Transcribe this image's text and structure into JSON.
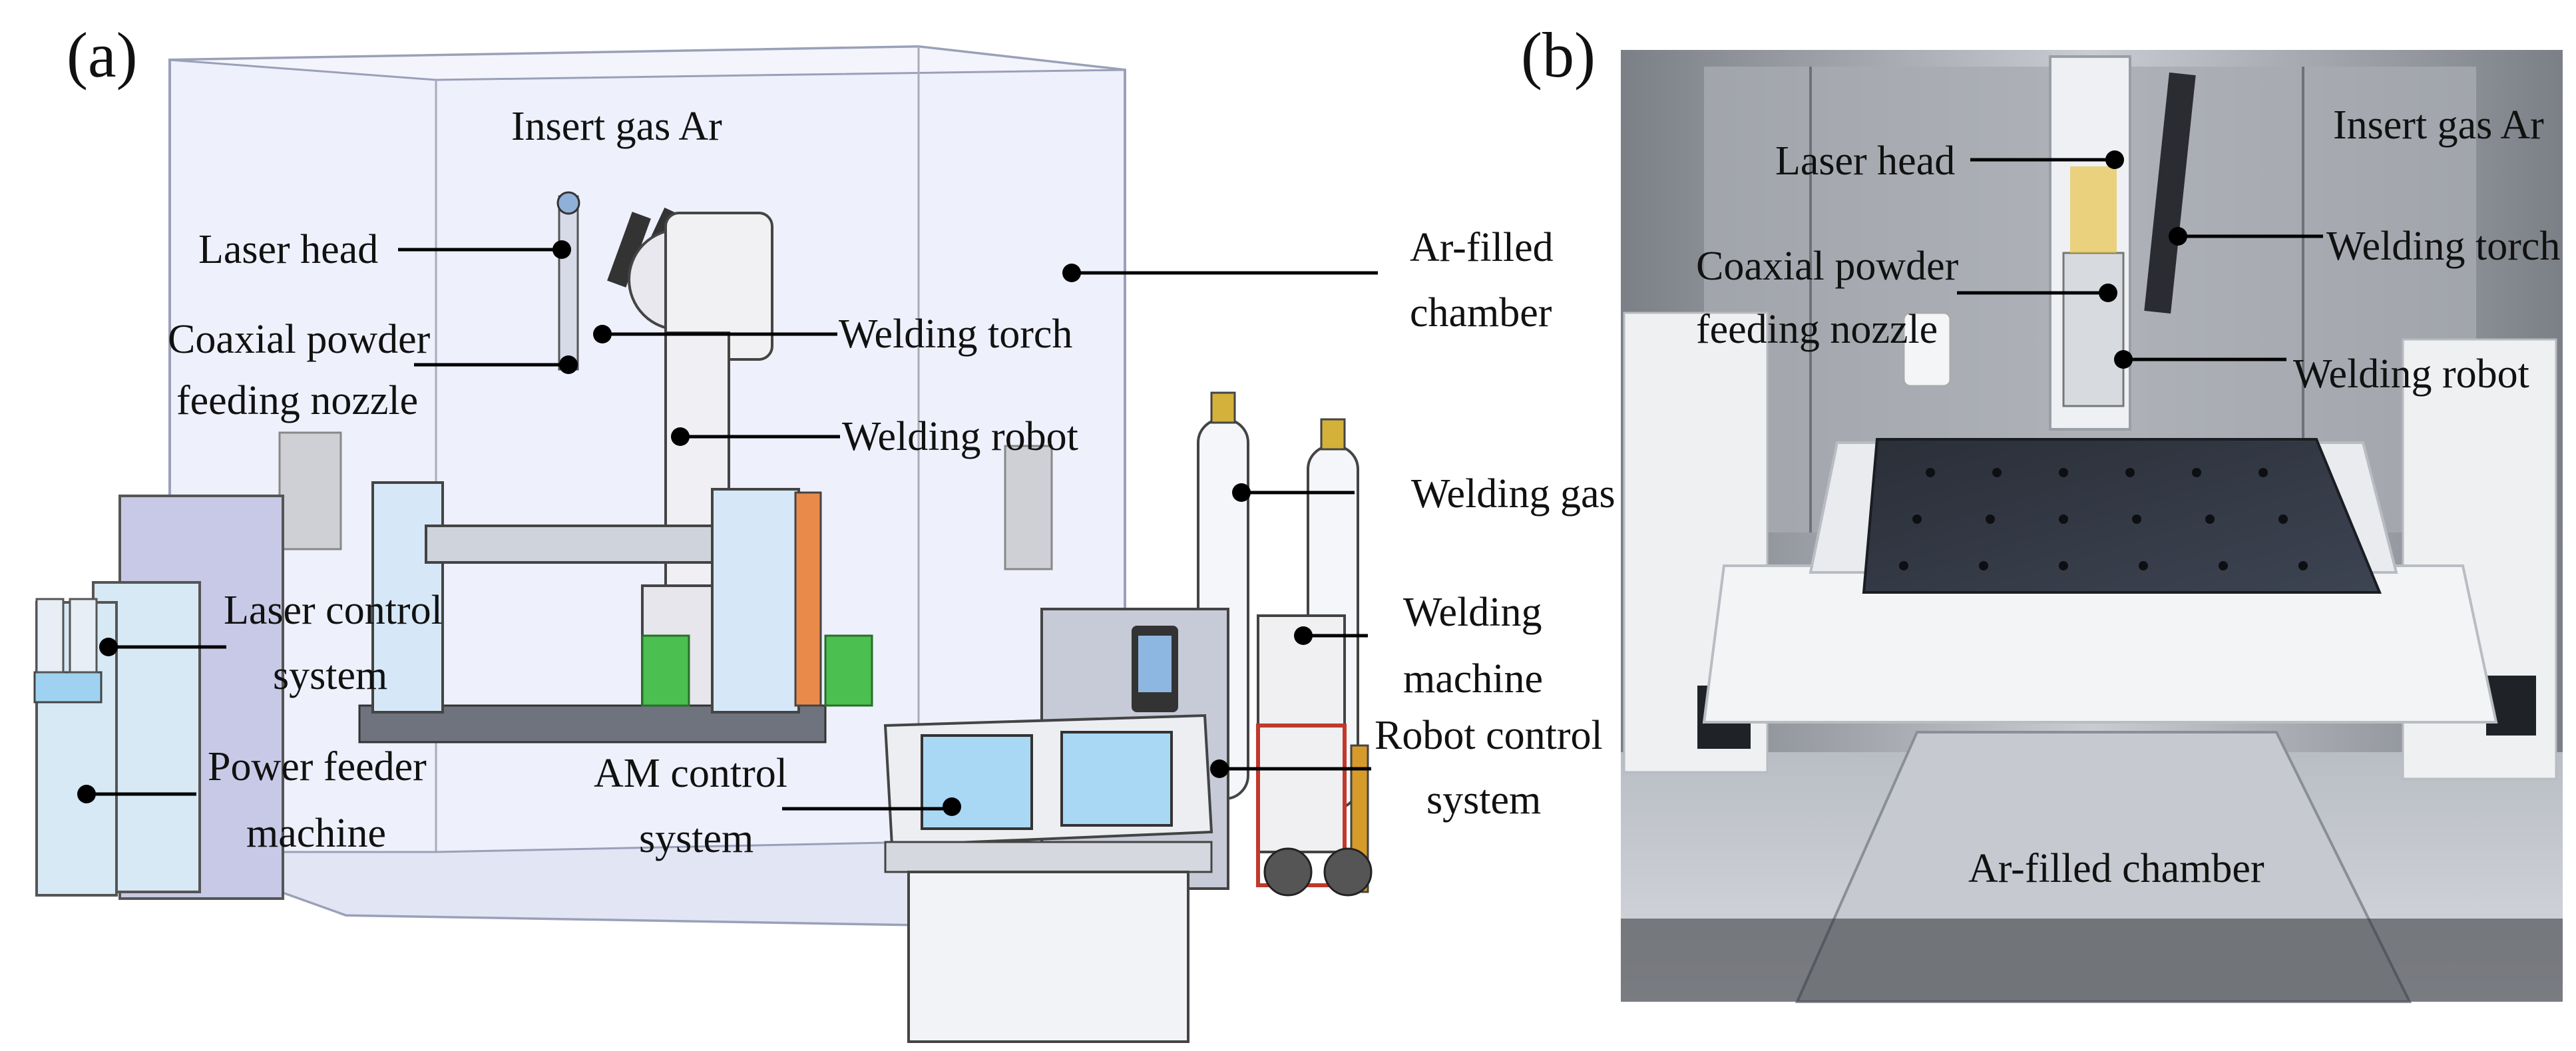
{
  "panels": {
    "a": "(a)",
    "b": "(b)"
  },
  "panel_a": {
    "insert_gas": "Insert gas Ar",
    "laser_head": "Laser head",
    "coaxial_line1": "Coaxial powder",
    "coaxial_line2": "feeding nozzle",
    "welding_torch": "Welding torch",
    "welding_robot": "Welding robot",
    "chamber_line1": "Ar-filled",
    "chamber_line2": "chamber",
    "welding_gas": "Welding gas",
    "laser_ctrl_line1": "Laser control",
    "laser_ctrl_line2": "system",
    "welding_machine_line1": "Welding",
    "welding_machine_line2": "machine",
    "robot_ctrl_line1": "Robot control",
    "robot_ctrl_line2": "system",
    "power_feeder_line1": "Power feeder",
    "power_feeder_line2": "machine",
    "am_ctrl_line1": "AM  control",
    "am_ctrl_line2": "system"
  },
  "panel_b": {
    "laser_head": "Laser head",
    "insert_gas": "Insert gas Ar",
    "coaxial_line1": "Coaxial powder",
    "coaxial_line2": "feeding nozzle",
    "welding_torch": "Welding torch",
    "welding_robot": "Welding robot",
    "chamber": "Ar-filled chamber"
  }
}
